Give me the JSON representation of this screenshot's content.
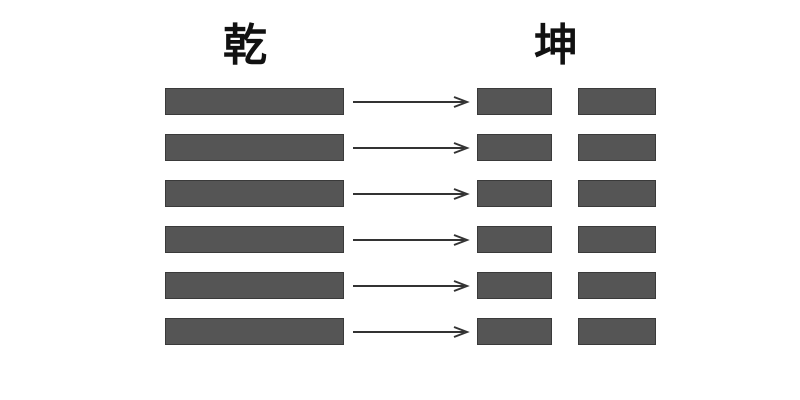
{
  "left_title": "乾",
  "right_title": "坤",
  "left_hexagram": {
    "lines": [
      "yang",
      "yang",
      "yang",
      "yang",
      "yang",
      "yang"
    ]
  },
  "right_hexagram": {
    "lines": [
      "yin",
      "yin",
      "yin",
      "yin",
      "yin",
      "yin"
    ]
  },
  "colors": {
    "bar": "#555555",
    "arrow": "#333333",
    "background": "#ffffff"
  }
}
